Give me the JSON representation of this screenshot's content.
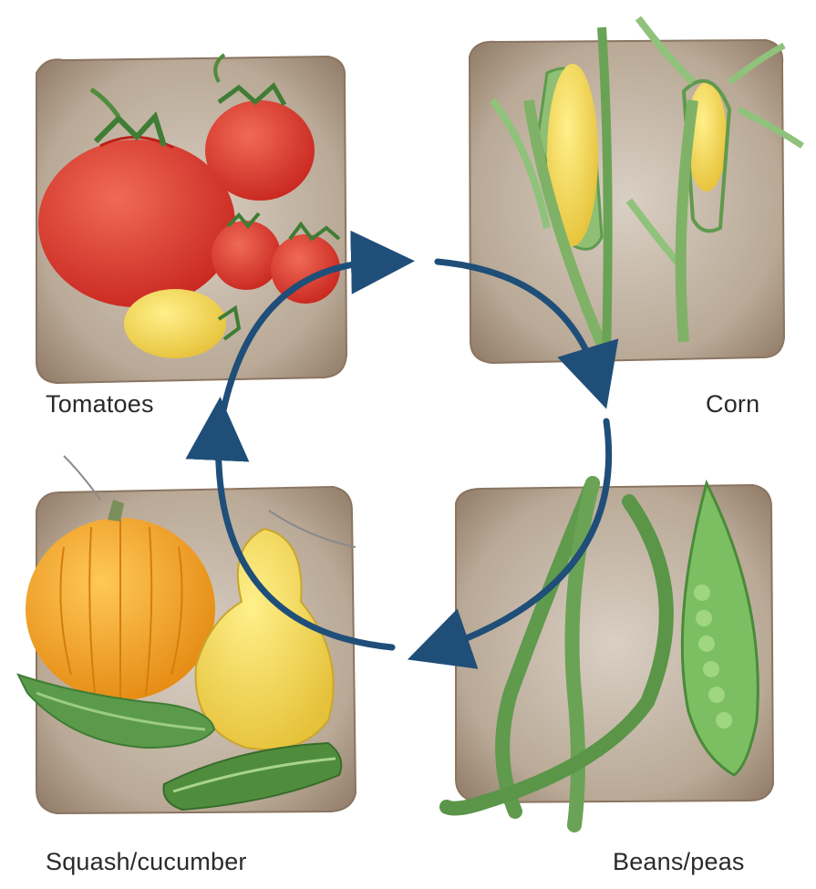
{
  "diagram": {
    "labels": {
      "tomatoes": "Tomatoes",
      "corn": "Corn",
      "squash": "Squash/cucumber",
      "beans": "Beans/peas"
    },
    "colors": {
      "arrow": "#1f4e79",
      "soil": "#a08a74",
      "soil_light": "#cfc3b5",
      "tomato": "#d8342c",
      "corn_kernel": "#f3d43a",
      "husk": "#7fb266",
      "squash": "#f2a623",
      "bean": "#5f9a4d"
    },
    "icons": [
      "tomatoes-illustration",
      "corn-illustration",
      "squash-cucumber-illustration",
      "beans-peas-illustration",
      "rotation-arrow-icon"
    ]
  }
}
